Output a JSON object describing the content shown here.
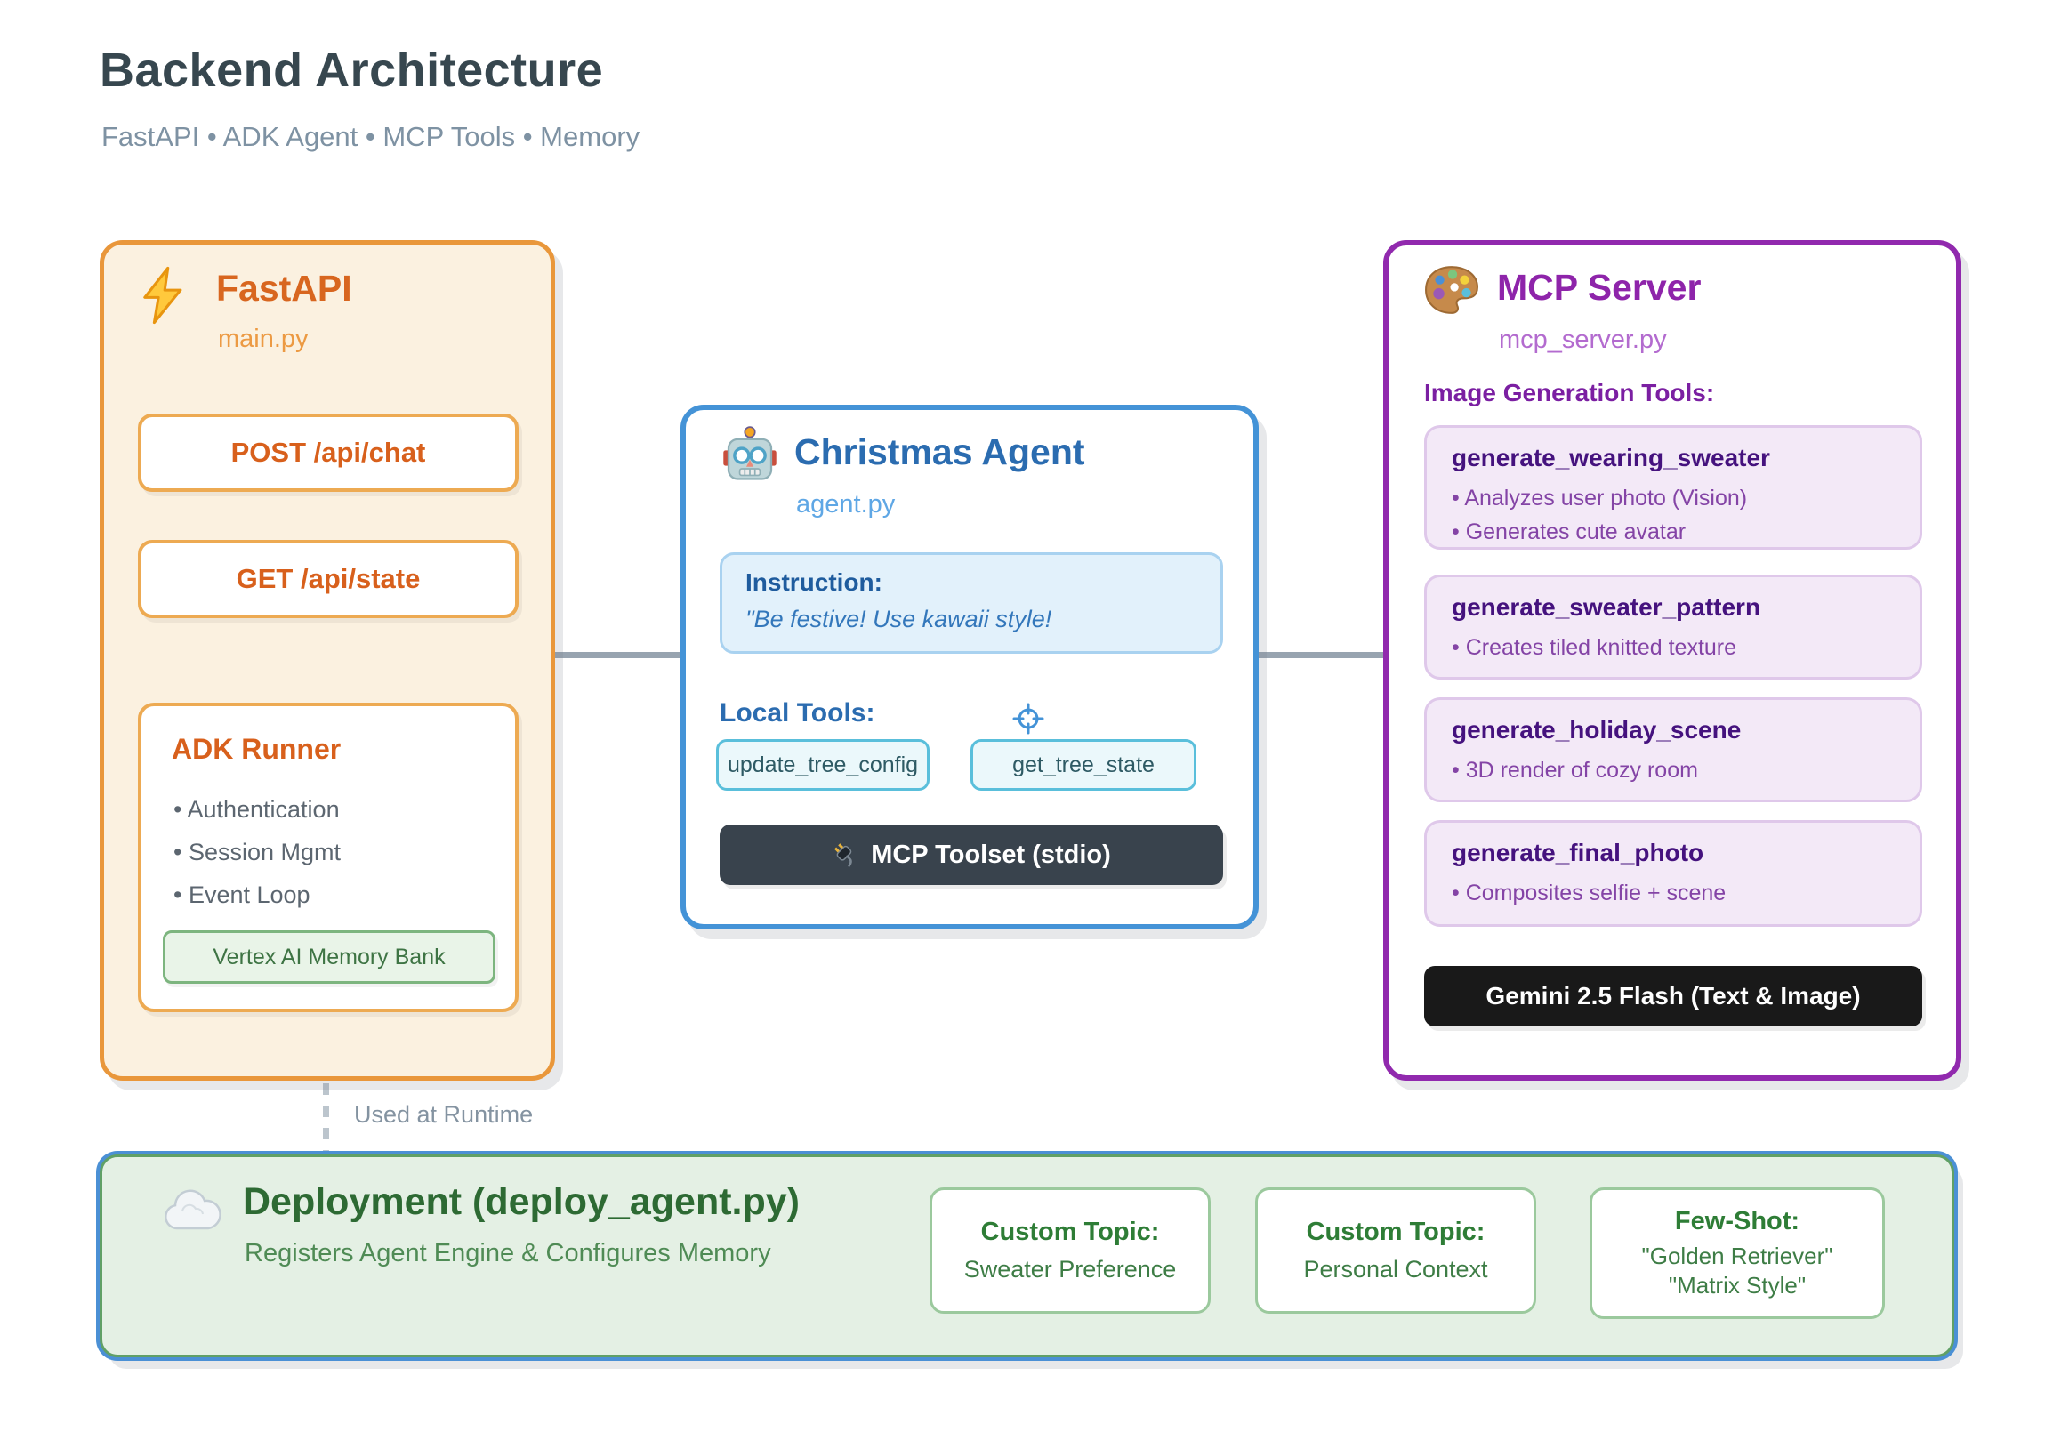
{
  "page": {
    "title": "Backend Architecture",
    "subtitle": "FastAPI • ADK Agent • MCP Tools • Memory"
  },
  "fastapi": {
    "title": "FastAPI",
    "file": "main.py",
    "endpoints": [
      "POST /api/chat",
      "GET /api/state"
    ],
    "adk_runner": {
      "title": "ADK Runner",
      "bullets": [
        "Authentication",
        "Session Mgmt",
        "Event Loop"
      ],
      "memory_chip": "Vertex AI Memory Bank"
    }
  },
  "agent": {
    "title": "Christmas Agent",
    "file": "agent.py",
    "instruction": {
      "label": "Instruction:",
      "text": "\"Be festive! Use kawaii style!"
    },
    "local_tools": {
      "label": "Local Tools:",
      "tools": [
        "update_tree_config",
        "get_tree_state"
      ]
    },
    "toolset_bar": "MCP Toolset (stdio)"
  },
  "mcp": {
    "title": "MCP Server",
    "file": "mcp_server.py",
    "section_label": "Image Generation Tools:",
    "tools": [
      {
        "name": "generate_wearing_sweater",
        "bullets": [
          "Analyzes user photo (Vision)",
          "Generates cute avatar"
        ]
      },
      {
        "name": "generate_sweater_pattern",
        "bullets": [
          "Creates tiled knitted texture"
        ]
      },
      {
        "name": "generate_holiday_scene",
        "bullets": [
          "3D render of cozy room"
        ]
      },
      {
        "name": "generate_final_photo",
        "bullets": [
          "Composites selfie + scene"
        ]
      }
    ],
    "model_bar": "Gemini 2.5 Flash (Text & Image)"
  },
  "deployment": {
    "title": "Deployment (deploy_agent.py)",
    "subtitle": "Registers Agent Engine & Configures Memory",
    "chips": [
      {
        "label": "Custom Topic:",
        "line1": "Sweater Preference",
        "line2": ""
      },
      {
        "label": "Custom Topic:",
        "line1": "Personal Context",
        "line2": ""
      },
      {
        "label": "Few-Shot:",
        "line1": "\"Golden Retriever\"",
        "line2": "\"Matrix Style\""
      }
    ]
  },
  "connectors": {
    "runtime_label": "Used at Runtime"
  },
  "icons": {
    "fastapi": "zap-icon",
    "agent": "robot-icon",
    "mcp": "palette-icon",
    "deployment": "cloud-icon",
    "toolset": "plug-icon",
    "local_tools": "target-icon"
  },
  "accent_colors": {
    "orange_border": "#E9973B",
    "orange_text": "#D8661F",
    "orange_bg": "#FBF1E0",
    "blue_border": "#4493D7",
    "blue_text": "#2B6CB0",
    "blue_bg": "#E2F1FB",
    "teal_chip_border": "#5ABFDB",
    "purple_border": "#9129AE",
    "purple_text": "#8E24AA",
    "purple_card_bg": "#F3E9F7",
    "green_border": "#60A066",
    "green_text": "#2D6A33",
    "green_bg": "#E4F0E4",
    "dark_bar": "#39434D",
    "black_bar": "#191919",
    "connector_gray": "#98A4B0"
  }
}
